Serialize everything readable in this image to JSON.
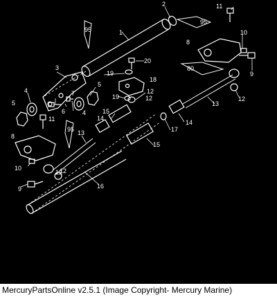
{
  "diagram": {
    "part_numbers": [
      "1",
      "2",
      "3",
      "4",
      "5",
      "6",
      "7",
      "8",
      "9",
      "10",
      "11",
      "12",
      "13",
      "14",
      "15",
      "16",
      "17",
      "18",
      "19",
      "20"
    ],
    "callouts": [
      {
        "num": "2"
      },
      {
        "num": "11"
      },
      {
        "num": "1"
      },
      {
        "num": "10"
      },
      {
        "num": "8"
      },
      {
        "num": "20"
      },
      {
        "num": "3"
      },
      {
        "num": "19"
      },
      {
        "num": "18"
      },
      {
        "num": "9"
      },
      {
        "num": "4"
      },
      {
        "num": "5"
      },
      {
        "num": "12"
      },
      {
        "num": "12"
      },
      {
        "num": "5"
      },
      {
        "num": "7"
      },
      {
        "num": "6"
      },
      {
        "num": "4"
      },
      {
        "num": "15"
      },
      {
        "num": "19"
      },
      {
        "num": "12"
      },
      {
        "num": "13"
      },
      {
        "num": "11"
      },
      {
        "num": "14"
      },
      {
        "num": "17"
      },
      {
        "num": "14"
      },
      {
        "num": "8"
      },
      {
        "num": "13"
      },
      {
        "num": "15"
      },
      {
        "num": "10"
      },
      {
        "num": "12"
      },
      {
        "num": "16"
      },
      {
        "num": "9"
      },
      {
        "num": "12"
      }
    ],
    "lubricant_tubes": [
      {
        "code": "95"
      },
      {
        "code": "80"
      },
      {
        "code": "95"
      },
      {
        "code": "95"
      }
    ]
  },
  "footer": {
    "text": "MercuryPartsOnline v2.5.1 (Image Copyright- Mercury Marine)"
  },
  "colors": {
    "background": "#000000",
    "linework": "#ffffff",
    "footer_background": "#ffffff",
    "footer_text": "#000000"
  }
}
